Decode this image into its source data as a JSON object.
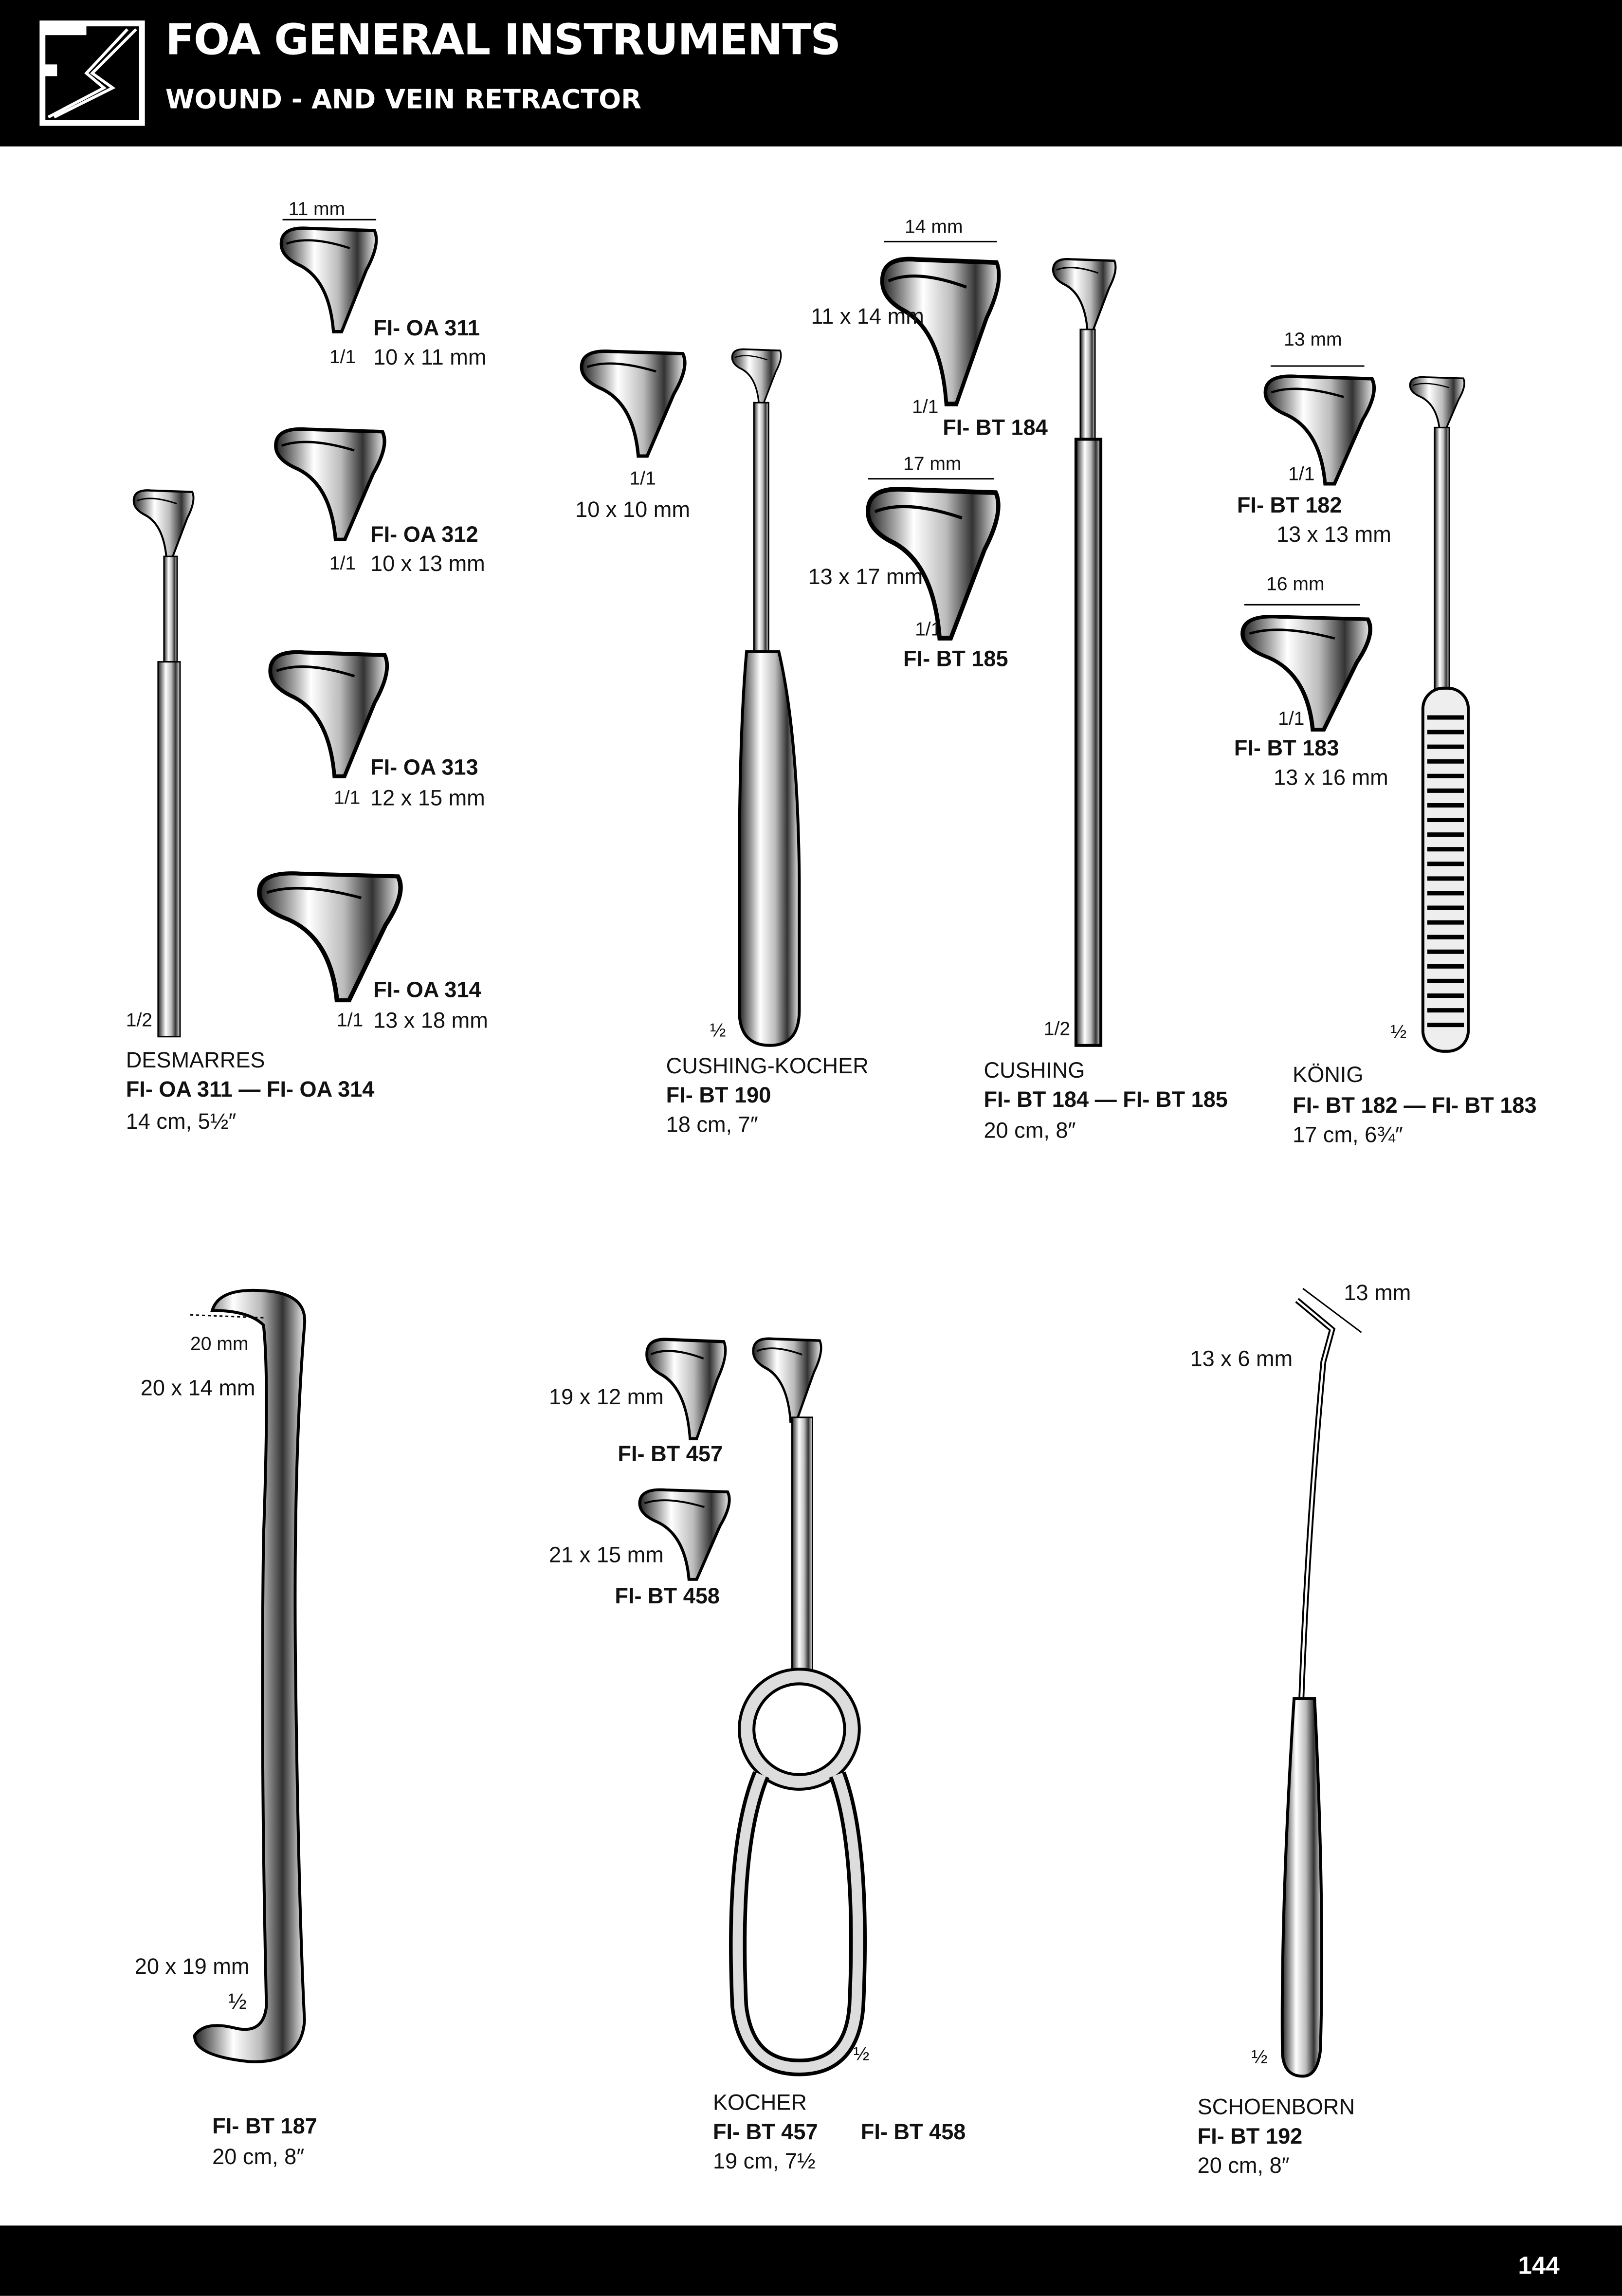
{
  "header": {
    "title": "FOA GENERAL INSTRUMENTS",
    "subtitle": "WOUND  -  AND VEIN  RETRACTOR",
    "logo_text": "FS"
  },
  "footer": {
    "page_number": "144"
  },
  "desmarres": {
    "blades": [
      {
        "width": "11 mm",
        "code": "FI- OA 311",
        "scale": "1/1",
        "size": "10 x 11 mm"
      },
      {
        "code": "FI- OA 312",
        "scale": "1/1",
        "size": "10 x 13 mm"
      },
      {
        "code": "FI- OA 313",
        "scale": "1/1",
        "size": "12 x 15 mm"
      },
      {
        "code": "FI- OA 314",
        "scale": "1/1",
        "size": "13 x 18 mm"
      }
    ],
    "scale": "1/2",
    "name": "DESMARRES",
    "codes": "FI- OA 311 — FI- OA 314",
    "length": "14 cm, 5½″"
  },
  "cushing_kocher": {
    "blade_scale": "1/1",
    "blade_size": "10 x 10 mm",
    "scale": "½",
    "name": "CUSHING-KOCHER",
    "codes": "FI- BT 190",
    "length": "18 cm, 7″"
  },
  "cushing": {
    "blades": [
      {
        "width": "14 mm",
        "size": "11 x 14 mm",
        "scale": "1/1",
        "code": "FI- BT 184"
      },
      {
        "width": "17 mm",
        "size": "13 x 17 mm",
        "scale": "1/1",
        "code": "FI- BT 185"
      }
    ],
    "scale": "1/2",
    "name": "CUSHING",
    "codes": "FI- BT 184 — FI- BT 185",
    "length": "20 cm, 8″"
  },
  "konig": {
    "blades": [
      {
        "width": "13 mm",
        "scale": "1/1",
        "code": "FI- BT 182",
        "size": "13 x 13 mm"
      },
      {
        "width": "16 mm",
        "scale": "1/1",
        "code": "FI- BT 183",
        "size": "13 x 16 mm"
      }
    ],
    "scale": "½",
    "name": "KÖNIG",
    "codes": "FI- BT 182 — FI- BT 183",
    "length": "17 cm, 6¾″"
  },
  "bt187": {
    "width": "20 mm",
    "top_size": "20 x 14 mm",
    "bottom_size": "20 x 19 mm",
    "scale": "½",
    "codes": "FI- BT 187",
    "length": "20 cm, 8″"
  },
  "kocher": {
    "blade1_size": "19 x 12 mm",
    "blade1_code": "FI- BT 457",
    "blade2_size": "21 x 15 mm",
    "blade2_code": "FI- BT 458",
    "scale": "½",
    "name": "KOCHER",
    "code1": "FI- BT 457",
    "code2": "FI- BT 458",
    "length": "19 cm, 7½"
  },
  "schoenborn": {
    "width": "13 mm",
    "size": "13 x 6 mm",
    "scale": "½",
    "name": "SCHOENBORN",
    "codes": "FI- BT 192",
    "length": "20 cm, 8″"
  }
}
